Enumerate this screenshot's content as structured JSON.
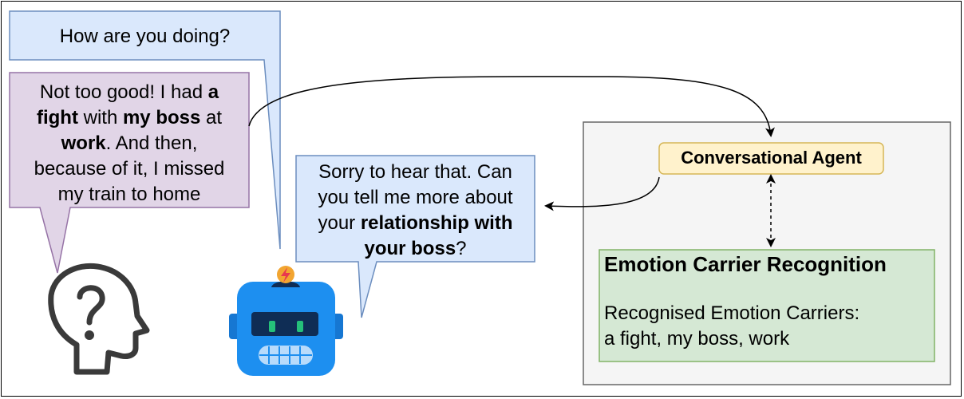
{
  "question_bubble": {
    "text": "How are you doing?"
  },
  "user_bubble": {
    "line1_a": "Not too good! I had ",
    "line1_b": "a",
    "line2_a": "fight",
    "line2_b": " with ",
    "line2_c": "my boss",
    "line2_d": " at",
    "line3_a": "work",
    "line3_b": ". And then,",
    "line4": "because of it, I missed",
    "line5": "my train to home"
  },
  "bot_bubble": {
    "line1": "Sorry to hear that. Can",
    "line2": "you tell me more about",
    "line3_a": "your ",
    "line3_b": "relationship with",
    "line4_a": "your boss",
    "line4_b": "?"
  },
  "conversational_agent": {
    "label": "Conversational Agent"
  },
  "emotion_carrier_recognition": {
    "title": "Emotion Carrier Recognition",
    "result_label": "Recognised Emotion Carriers:",
    "result_value": "a fight, my boss, work"
  },
  "colors": {
    "bubble_blue_fill": "#dae8fc",
    "bubble_blue_stroke": "#6c8ebf",
    "bubble_purple_fill": "#e1d5e7",
    "bubble_purple_stroke": "#9673a6",
    "agent_fill": "#fff2cc",
    "agent_stroke": "#d6b656",
    "ecr_fill": "#d5e8d4",
    "ecr_stroke": "#82b366",
    "system_fill": "#f5f5f5",
    "system_stroke": "#666666",
    "robot_blue": "#1d8ff0",
    "robot_visor": "#0f2d55",
    "robot_eyes": "#25c07a"
  },
  "icons": {
    "user": "head-question-icon",
    "bot": "robot-icon"
  }
}
